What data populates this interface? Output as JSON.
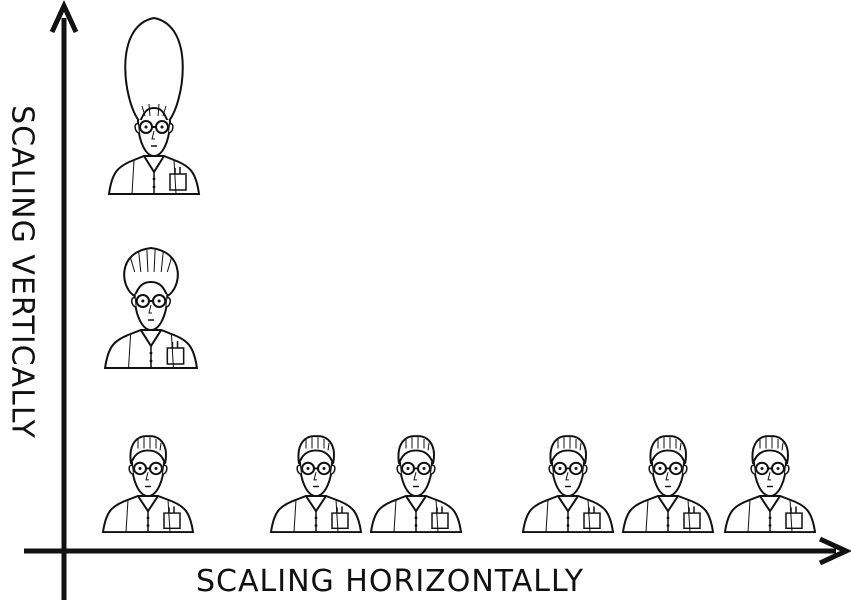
{
  "diagram": {
    "x_axis_label": "SCALING HORIZONTALLY",
    "y_axis_label": "SCALING VERTICALLY",
    "line_color": "#111111",
    "background": "#ffffff",
    "figure_icon": "nerd-with-glasses-icon",
    "vertical_stack": [
      {
        "role": "big-head-figure",
        "head_scale": "tall"
      },
      {
        "role": "medium-head-figure",
        "head_scale": "medium"
      },
      {
        "role": "base-figure",
        "head_scale": "normal"
      }
    ],
    "horizontal_groups": [
      {
        "count": 1
      },
      {
        "count": 2
      },
      {
        "count": 3
      }
    ]
  }
}
